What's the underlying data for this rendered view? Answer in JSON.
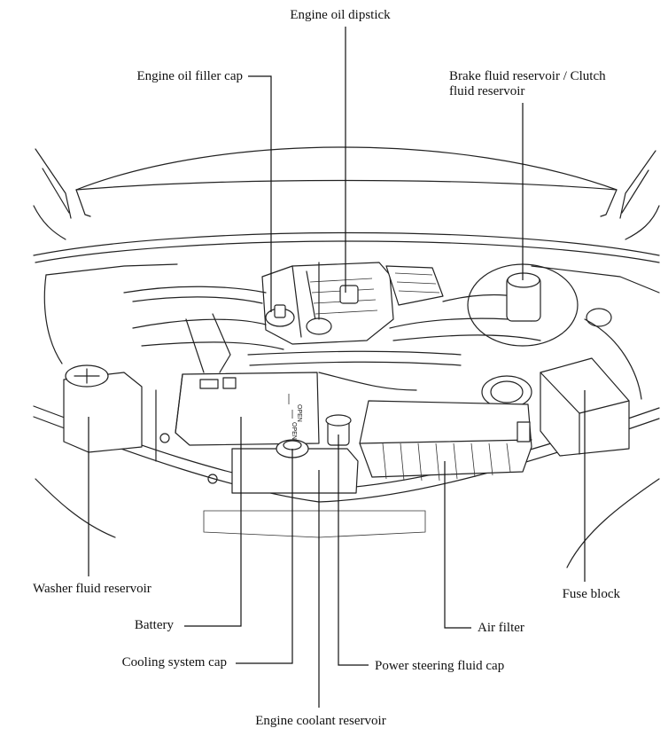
{
  "labels": {
    "engine_oil_dipstick": "Engine oil dipstick",
    "engine_oil_filler_cap": "Engine oil filler cap",
    "brake_fluid_reservoir_line1": "Brake fluid reservoir / Clutch",
    "brake_fluid_reservoir_line2": "fluid reservoir",
    "washer_fluid_reservoir": "Washer fluid reservoir",
    "fuse_block": "Fuse block",
    "battery": "Battery",
    "air_filter": "Air filter",
    "cooling_system_cap": "Cooling system cap",
    "power_steering_fluid_cap": "Power steering fluid cap",
    "engine_coolant_reservoir": "Engine coolant reservoir"
  },
  "component_marks": {
    "battery_top_text_1": "OPEN",
    "battery_top_text_2": "OPEN"
  }
}
